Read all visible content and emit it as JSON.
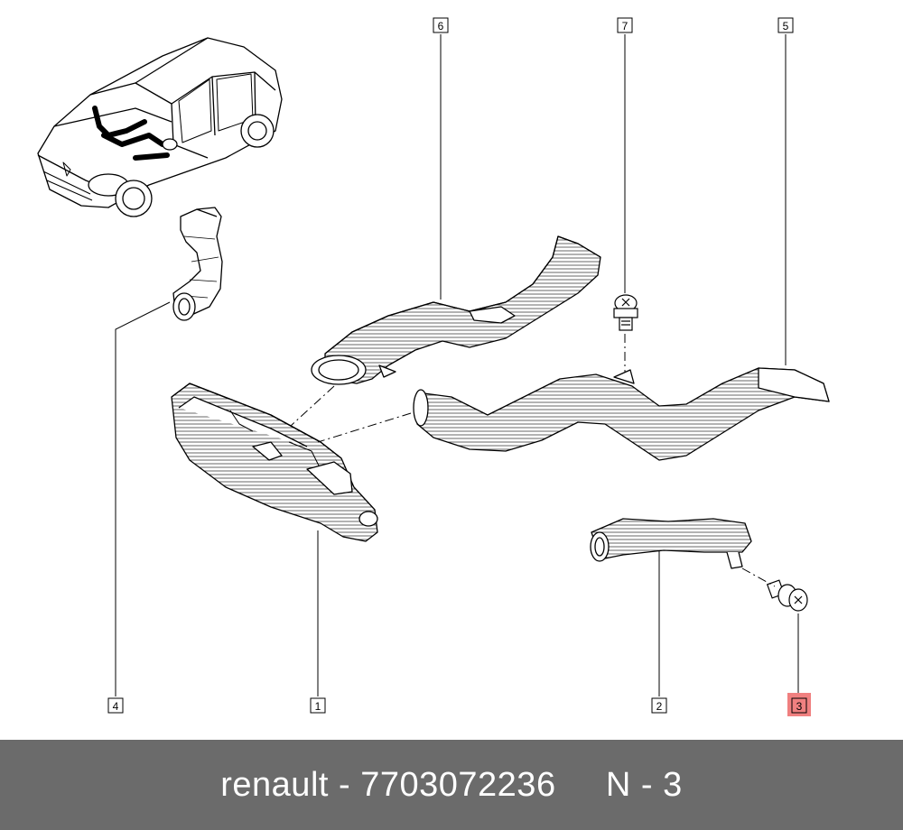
{
  "callouts": {
    "c1": "1",
    "c2": "2",
    "c3": "3",
    "c4": "4",
    "c5": "5",
    "c6": "6",
    "c7": "7"
  },
  "highlight_color": "#f08080",
  "footer": {
    "brand": "renault",
    "separator": " - ",
    "part_number": "7703072236",
    "gap": "     ",
    "ref": "N - 3"
  }
}
